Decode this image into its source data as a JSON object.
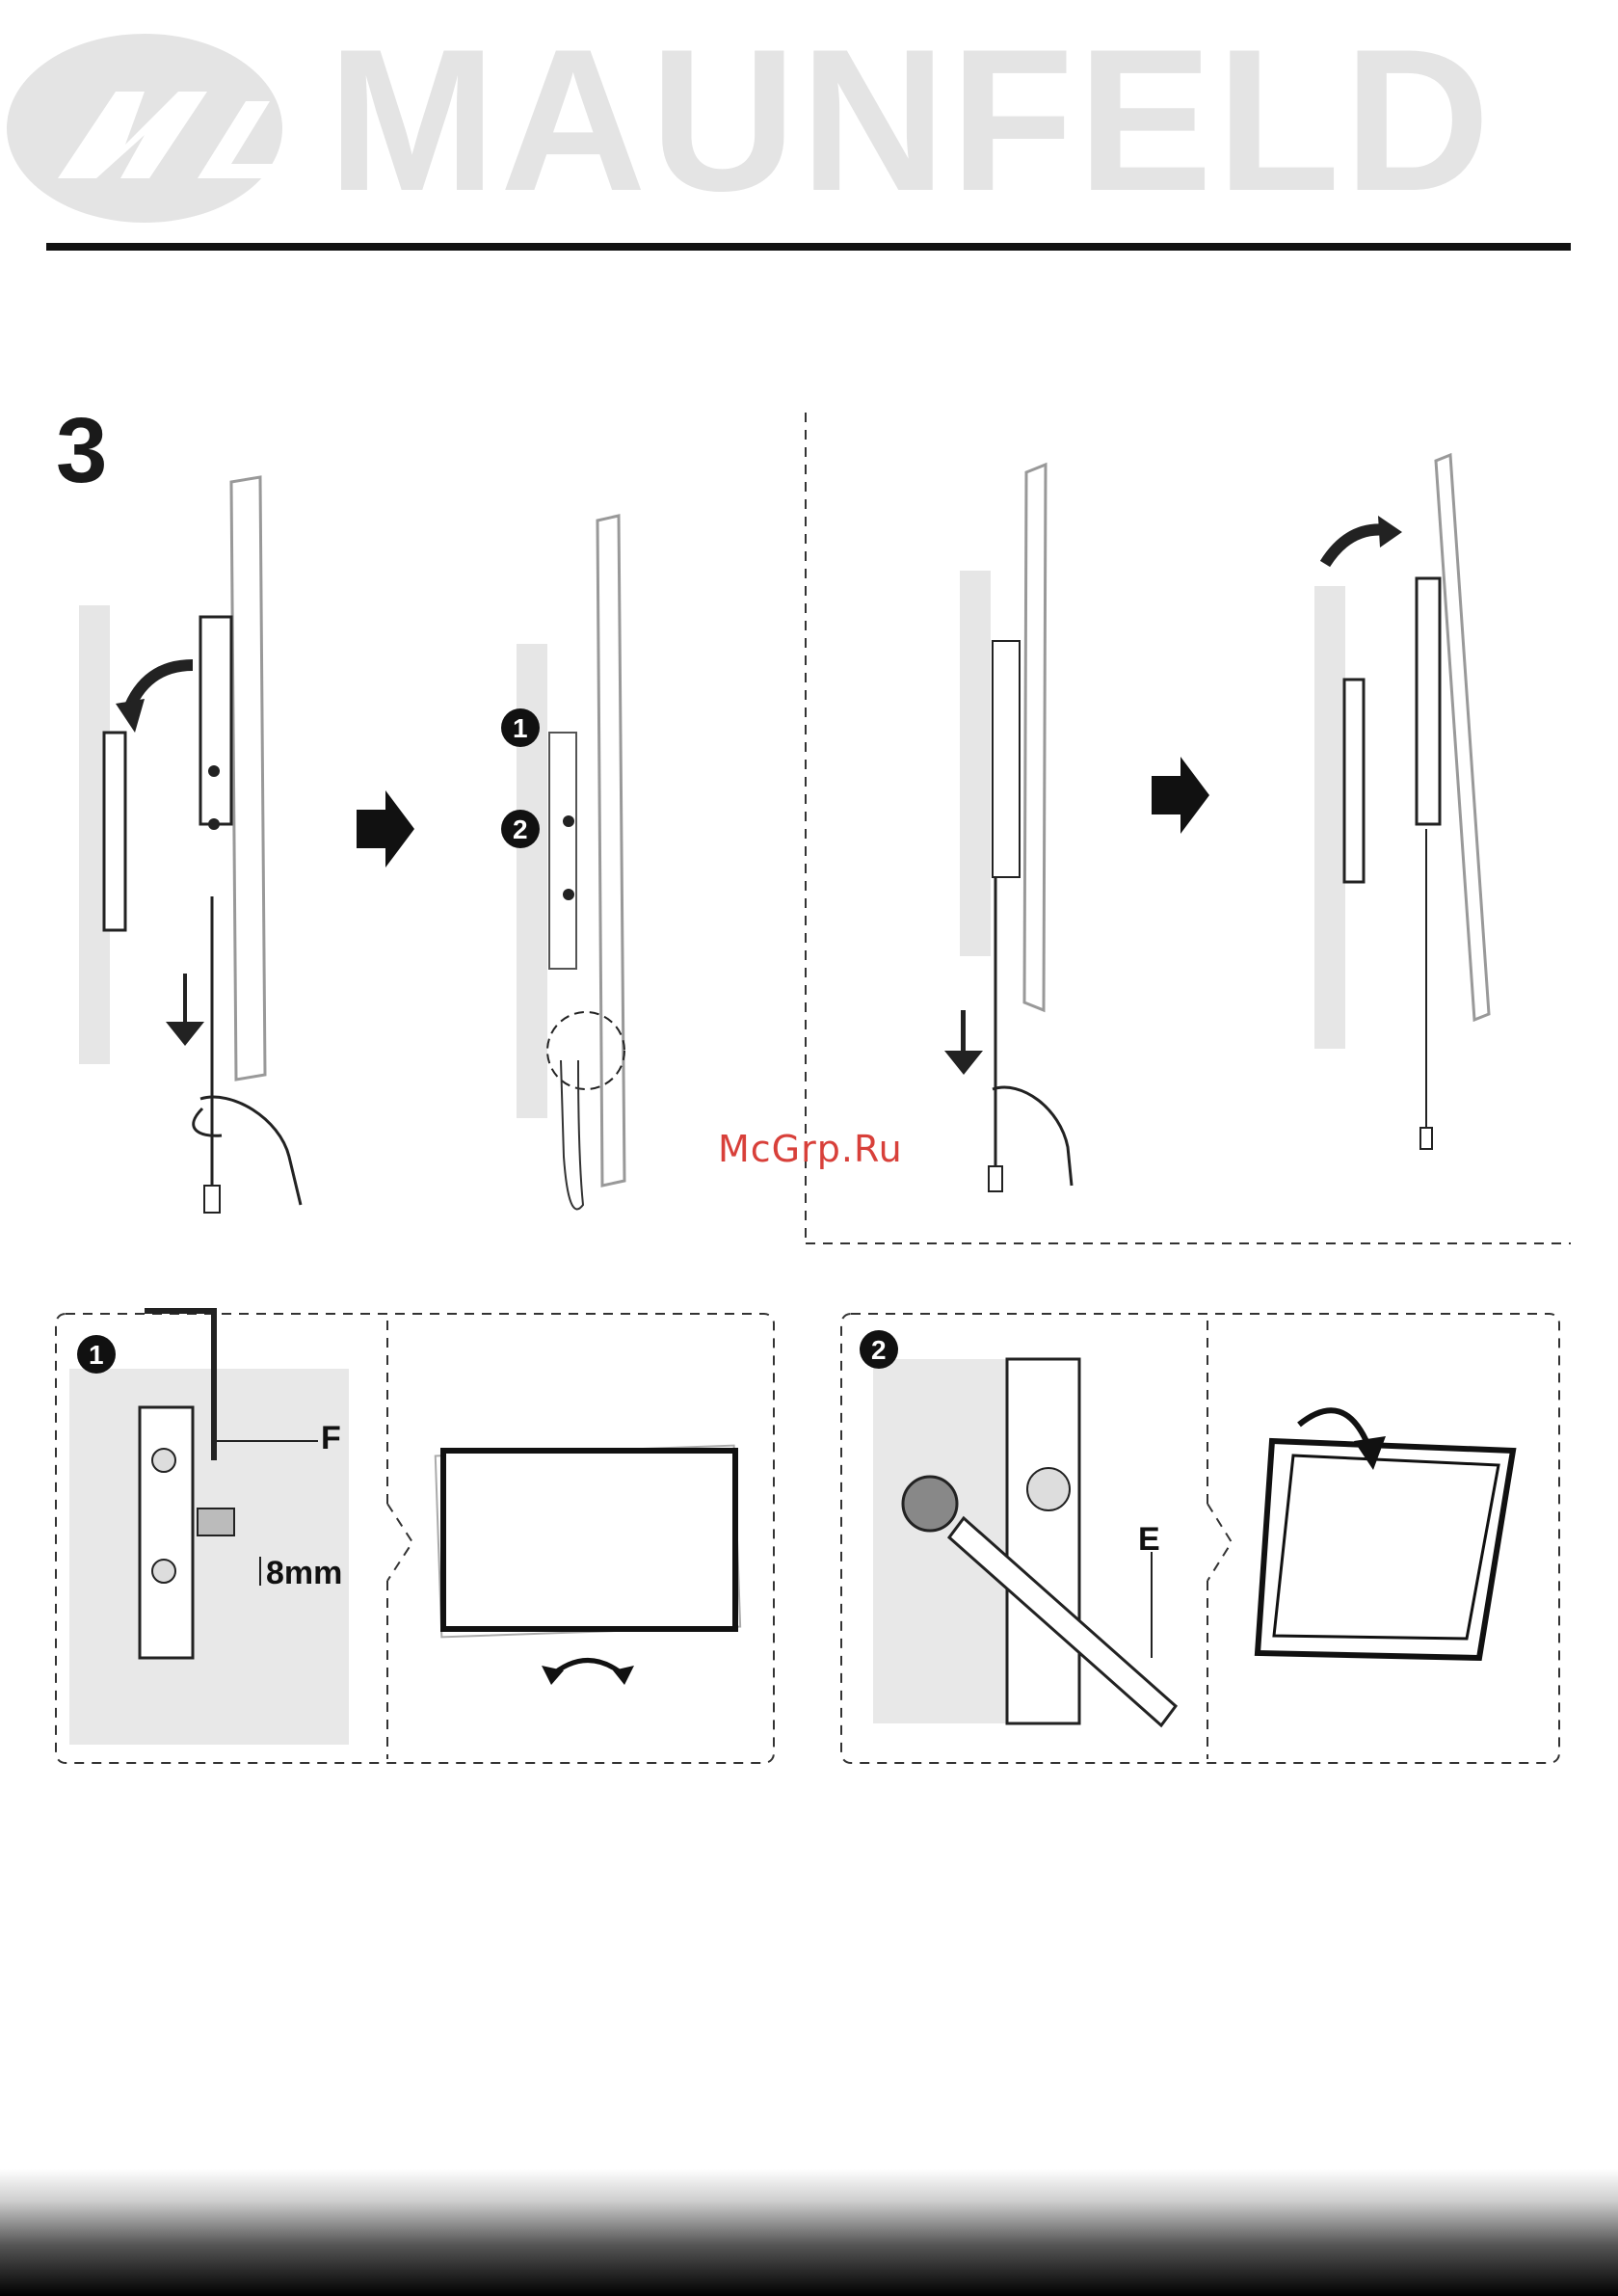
{
  "header": {
    "brand_name": "MAUNFELD",
    "logo_icon": "maunfeld-m-logo",
    "brand_color": "#e4e4e4"
  },
  "step": {
    "number": "3"
  },
  "callouts": {
    "detail_1": "1",
    "detail_2": "2"
  },
  "labels": {
    "tool_f": "F",
    "tool_e": "E",
    "spacing": "8mm"
  },
  "watermark": {
    "text": "McGrp.Ru",
    "color": "#d8403a"
  }
}
